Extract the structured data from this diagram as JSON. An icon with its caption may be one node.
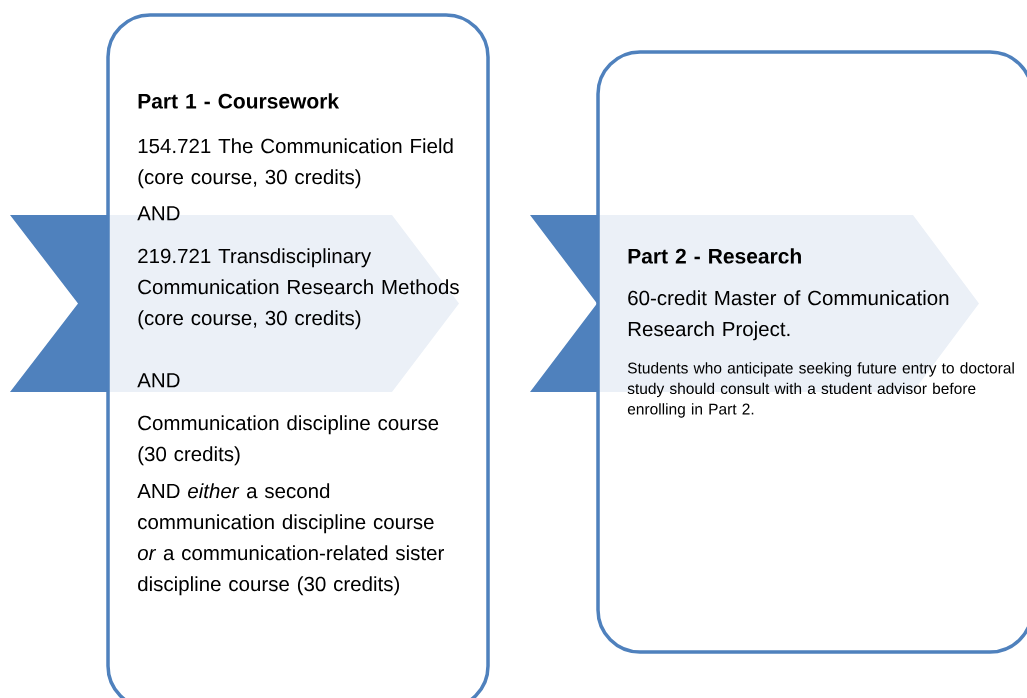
{
  "diagram": {
    "nodes": [
      {
        "text": [
          "Part 1 - Coursework",
          "154.721 The Communication Field (core course, 30 credits)",
          "AND",
          "219.721 Transdisciplinary Communication Research Methods (core course, 30 credits)",
          "AND",
          "Communication discipline course (30 credits)",
          "AND *either* a second communication discipline course *or* a communication-related sister discipline course (30 credits)"
        ]
      },
      {
        "text": [
          "Part 2 - Research",
          "60-credit Master of Communication Research Project.",
          "Students who anticipate seeking future entry to doctoral study should consult with a student advisor before enrolling in Part 2."
        ]
      }
    ]
  }
}
